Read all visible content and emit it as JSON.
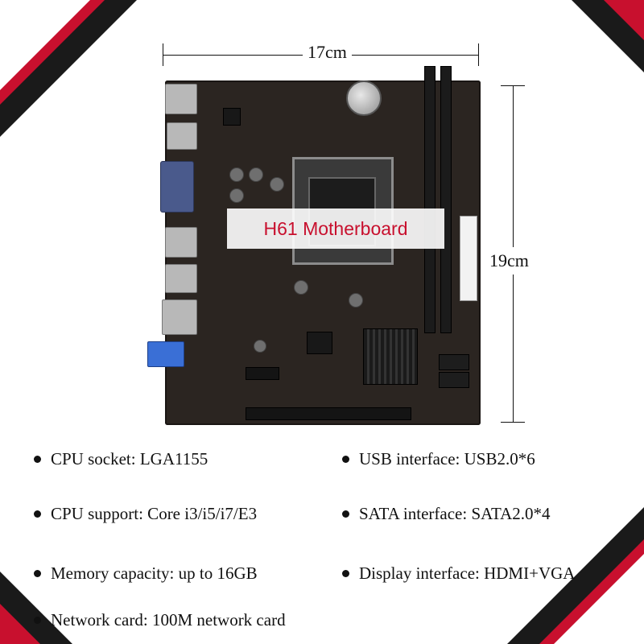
{
  "dimensions": {
    "width_label": "17cm",
    "height_label": "19cm"
  },
  "product": {
    "title": "H61 Motherboard"
  },
  "specs": [
    "CPU socket: LGA1155",
    "USB interface: USB2.0*6",
    "CPU support: Core i3/i5/i7/E3",
    "SATA interface: SATA2.0*4",
    "Memory capacity: up to 16GB",
    "Display interface: HDMI+VGA",
    "Network card: 100M network card"
  ],
  "colors": {
    "accent_red": "#c8102e",
    "frame_dark": "#1a1a1a",
    "board": "#2b2521"
  }
}
